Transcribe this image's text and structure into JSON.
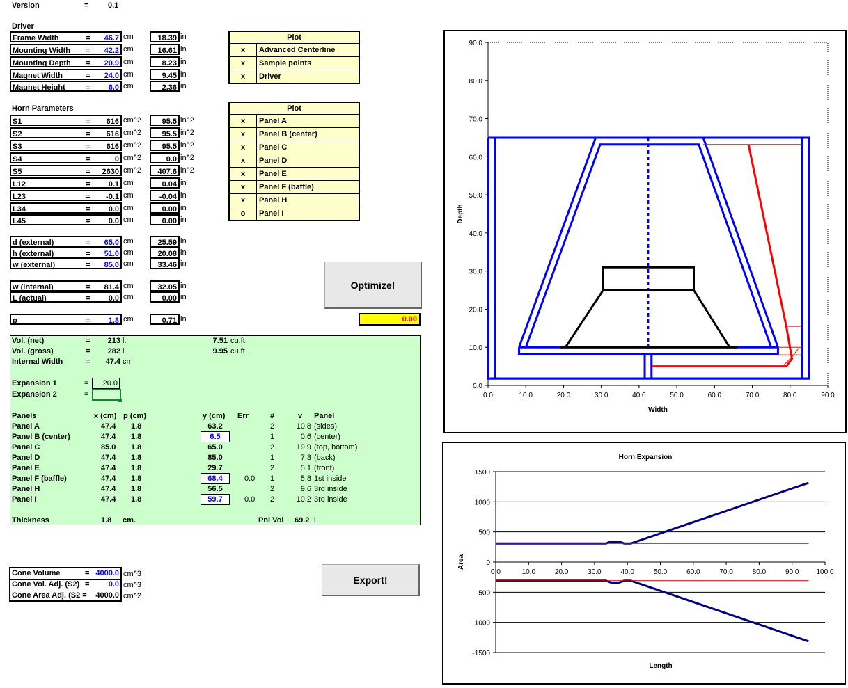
{
  "version": {
    "label": "Version",
    "eq": "=",
    "value": "0.1"
  },
  "driver": {
    "title": "Driver",
    "rows": [
      {
        "label": "Frame Width",
        "eq": "=",
        "cm": "46.7",
        "cm_unit": "cm",
        "in": "18.39",
        "in_unit": "in",
        "blue": true
      },
      {
        "label": "Mounting Width",
        "eq": "=",
        "cm": "42.2",
        "cm_unit": "cm",
        "in": "16.61",
        "in_unit": "in",
        "blue": true
      },
      {
        "label": "Mounting Depth",
        "eq": "=",
        "cm": "20.9",
        "cm_unit": "cm",
        "in": "8.23",
        "in_unit": "in",
        "blue": true
      },
      {
        "label": "Magnet Width",
        "eq": "=",
        "cm": "24.0",
        "cm_unit": "cm",
        "in": "9.45",
        "in_unit": "in",
        "blue": true
      },
      {
        "label": "Magnet Height",
        "eq": "=",
        "cm": "6.0",
        "cm_unit": "cm",
        "in": "2.36",
        "in_unit": "in",
        "blue": true
      }
    ]
  },
  "plot1": {
    "title": "Plot",
    "rows": [
      {
        "mark": "x",
        "name": "Advanced Centerline"
      },
      {
        "mark": "x",
        "name": "Sample points"
      },
      {
        "mark": "x",
        "name": "Driver"
      }
    ]
  },
  "horn": {
    "title": "Horn Parameters",
    "rows": [
      {
        "label": "S1",
        "eq": "=",
        "cm": "616",
        "cm_unit": "cm^2",
        "in": "95.5",
        "in_unit": "in^2"
      },
      {
        "label": "S2",
        "eq": "=",
        "cm": "616",
        "cm_unit": "cm^2",
        "in": "95.5",
        "in_unit": "in^2"
      },
      {
        "label": "S3",
        "eq": "=",
        "cm": "616",
        "cm_unit": "cm^2",
        "in": "95.5",
        "in_unit": "in^2"
      },
      {
        "label": "S4",
        "eq": "=",
        "cm": "0",
        "cm_unit": "cm^2",
        "in": "0.0",
        "in_unit": "in^2"
      },
      {
        "label": "S5",
        "eq": "=",
        "cm": "2630",
        "cm_unit": "cm^2",
        "in": "407.6",
        "in_unit": "in^2"
      },
      {
        "label": "L12",
        "eq": "=",
        "cm": "0.1",
        "cm_unit": "cm",
        "in": "0.04",
        "in_unit": "in"
      },
      {
        "label": "L23",
        "eq": "=",
        "cm": "-0.1",
        "cm_unit": "cm",
        "in": "-0.04",
        "in_unit": "in"
      },
      {
        "label": "L34",
        "eq": "=",
        "cm": "0.0",
        "cm_unit": "cm",
        "in": "0.00",
        "in_unit": "in"
      },
      {
        "label": "L45",
        "eq": "=",
        "cm": "0.0",
        "cm_unit": "cm",
        "in": "0.00",
        "in_unit": "in"
      }
    ]
  },
  "plot2": {
    "title": "Plot",
    "rows": [
      {
        "mark": "x",
        "name": "Panel A"
      },
      {
        "mark": "x",
        "name": "Panel B (center)"
      },
      {
        "mark": "x",
        "name": "Panel C"
      },
      {
        "mark": "x",
        "name": "Panel D"
      },
      {
        "mark": "x",
        "name": "Panel E"
      },
      {
        "mark": "x",
        "name": "Panel F (baffle)"
      },
      {
        "mark": "x",
        "name": "Panel H"
      },
      {
        "mark": "o",
        "name": "Panel I"
      }
    ]
  },
  "external": [
    {
      "label": "d (external)",
      "eq": "=",
      "cm": "65.0",
      "cm_unit": "cm",
      "in": "25.59",
      "in_unit": "in",
      "blue": true
    },
    {
      "label": "h (external)",
      "eq": "=",
      "cm": "51.0",
      "cm_unit": "cm",
      "in": "20.08",
      "in_unit": "in",
      "blue": true
    },
    {
      "label": "w (external)",
      "eq": "=",
      "cm": "85.0",
      "cm_unit": "cm",
      "in": "33.46",
      "in_unit": "in",
      "blue": true
    }
  ],
  "internal": [
    {
      "label": "w (internal)",
      "eq": "=",
      "cm": "81.4",
      "cm_unit": "cm",
      "in": "32.05",
      "in_unit": "in"
    },
    {
      "label": "L (actual)",
      "eq": "=",
      "cm": "0.0",
      "cm_unit": "cm",
      "in": "0.00",
      "in_unit": "in"
    }
  ],
  "p": {
    "label": "p",
    "eq": "=",
    "cm": "1.8",
    "cm_unit": "cm",
    "in": "0.71",
    "in_unit": "in"
  },
  "optimize": {
    "label": "Optimize!",
    "result": "0.00"
  },
  "export": {
    "label": "Export!"
  },
  "results": {
    "vol_net": {
      "label": "Vol. (net)",
      "eq": "=",
      "val": "213",
      "unit": "l.",
      "cuft": "7.51",
      "cuft_unit": "cu.ft."
    },
    "vol_gross": {
      "label": "Vol. (gross)",
      "eq": "=",
      "val": "282",
      "unit": "l.",
      "cuft": "9.95",
      "cuft_unit": "cu.ft."
    },
    "internal_width": {
      "label": "Internal Width",
      "eq": "=",
      "val": "47.4",
      "unit": "cm"
    },
    "exp1": {
      "label": "Expansion 1",
      "eq": "=",
      "val": "20.0"
    },
    "exp2": {
      "label": "Expansion 2",
      "eq": "=",
      "val": ""
    },
    "headers": {
      "panels": "Panels",
      "x": "x (cm)",
      "p": "p (cm)",
      "y": "y (cm)",
      "err": "Err",
      "n": "#",
      "v": "v",
      "panel": "Panel"
    },
    "panels": [
      {
        "name": "Panel A",
        "x": "47.4",
        "p": "1.8",
        "y": "63.2",
        "err": "",
        "n": "2",
        "v": "10.8",
        "desc": "(sides)",
        "boxed": false
      },
      {
        "name": "Panel B (center)",
        "x": "47.4",
        "p": "1.8",
        "y": "6.5",
        "err": "",
        "n": "1",
        "v": "0.6",
        "desc": "(center)",
        "boxed": true
      },
      {
        "name": "Panel C",
        "x": "85.0",
        "p": "1.8",
        "y": "65.0",
        "err": "",
        "n": "2",
        "v": "19.9",
        "desc": "(top, bottom)",
        "boxed": false
      },
      {
        "name": "Panel D",
        "x": "47.4",
        "p": "1.8",
        "y": "85.0",
        "err": "",
        "n": "1",
        "v": "7.3",
        "desc": "(back)",
        "boxed": false
      },
      {
        "name": "Panel E",
        "x": "47.4",
        "p": "1.8",
        "y": "29.7",
        "err": "",
        "n": "2",
        "v": "5.1",
        "desc": "(front)",
        "boxed": false
      },
      {
        "name": "Panel F (baffle)",
        "x": "47.4",
        "p": "1.8",
        "y": "68.4",
        "err": "0.0",
        "n": "1",
        "v": "5.8",
        "desc": "1st inside",
        "boxed": true
      },
      {
        "name": "Panel H",
        "x": "47.4",
        "p": "1.8",
        "y": "56.5",
        "err": "",
        "n": "2",
        "v": "9.6",
        "desc": "3rd inside",
        "boxed": false
      },
      {
        "name": "Panel I",
        "x": "47.4",
        "p": "1.8",
        "y": "59.7",
        "err": "0.0",
        "n": "2",
        "v": "10.2",
        "desc": "3rd inside",
        "boxed": true
      }
    ],
    "thickness": {
      "label": "Thickness",
      "val": "1.8",
      "unit": "cm."
    },
    "pnl_vol": {
      "label": "Pnl Vol",
      "val": "69.2",
      "unit": "l"
    }
  },
  "cone": [
    {
      "label": "Cone Volume",
      "eq": "=",
      "val": "4000.0",
      "unit": "cm^3",
      "blue": true
    },
    {
      "label": "Cone Vol. Adj. (S2)",
      "eq": "=",
      "val": "0.0",
      "unit": "cm^3",
      "blue": true
    },
    {
      "label": "Cone Area Adj. (S2 =",
      "eq": "",
      "val": "4000.0",
      "unit": "cm^2",
      "blue": false
    }
  ],
  "colors": {
    "sheet_green": "#ccffcc",
    "plot_yellow": "#ffffcc",
    "highlight_yellow": "#ffff00",
    "blue_value": "#0000ff"
  },
  "chart_data": [
    {
      "type": "line",
      "title": "",
      "xlabel": "Width",
      "ylabel": "Depth",
      "xlim": [
        0,
        90
      ],
      "ylim": [
        0,
        90
      ],
      "xticks": [
        "0.0",
        "10.0",
        "20.0",
        "30.0",
        "40.0",
        "50.0",
        "60.0",
        "70.0",
        "80.0",
        "90.0"
      ],
      "yticks": [
        "0.0",
        "10.0",
        "20.0",
        "30.0",
        "40.0",
        "50.0",
        "60.0",
        "70.0",
        "80.0",
        "90.0"
      ],
      "grid": false,
      "series": [
        {
          "color": "#0000ff",
          "style": "solid",
          "polylines": [
            [
              [
                0,
                65
              ],
              [
                85,
                65
              ],
              [
                85,
                1.8
              ],
              [
                0,
                1.8
              ],
              [
                0,
                65
              ]
            ],
            [
              [
                1.8,
                65
              ],
              [
                1.8,
                1.8
              ]
            ],
            [
              [
                83.2,
                65
              ],
              [
                83.2,
                1.8
              ]
            ],
            [
              [
                0,
                1.8
              ],
              [
                85,
                1.8
              ]
            ],
            [
              [
                8.2,
                10
              ],
              [
                8.2,
                8.2
              ],
              [
                76.8,
                8.2
              ],
              [
                76.8,
                10
              ],
              [
                8.2,
                10
              ]
            ],
            [
              [
                8.2,
                10
              ],
              [
                28.5,
                65
              ],
              [
                57,
                65
              ],
              [
                76.8,
                10
              ]
            ],
            [
              [
                10,
                10
              ],
              [
                29.7,
                63.2
              ],
              [
                55.8,
                63.2
              ],
              [
                75,
                10
              ]
            ],
            [
              [
                41.5,
                8.2
              ],
              [
                41.5,
                1.8
              ]
            ],
            [
              [
                43.3,
                8.2
              ],
              [
                43.3,
                1.8
              ]
            ]
          ]
        },
        {
          "color": "#0000ff",
          "style": "dashed",
          "polylines": [
            [
              [
                42.4,
                65
              ],
              [
                42.4,
                10
              ]
            ]
          ]
        },
        {
          "color": "#ff0000",
          "style": "solid",
          "polylines": [
            [
              [
                69,
                63.2
              ],
              [
                79,
                15.5
              ],
              [
                80.5,
                7
              ],
              [
                79,
                5
              ],
              [
                43.3,
                5
              ]
            ]
          ]
        },
        {
          "color": "#ff0000",
          "style": "thin",
          "polylines": [
            [
              [
                57,
                63.2
              ],
              [
                83.2,
                63.2
              ]
            ],
            [
              [
                76.8,
                10
              ],
              [
                83.2,
                10
              ]
            ],
            [
              [
                76.8,
                8
              ],
              [
                83.2,
                8
              ]
            ],
            [
              [
                79,
                15.5
              ],
              [
                83.2,
                15.5
              ]
            ],
            [
              [
                78,
                5
              ],
              [
                80.5,
                7.5
              ],
              [
                82.5,
                10
              ]
            ]
          ]
        },
        {
          "color": "#000000",
          "style": "solid",
          "polylines": [
            [
              [
                20.5,
                10
              ],
              [
                30.5,
                25
              ],
              [
                54.5,
                25
              ],
              [
                64,
                10
              ]
            ],
            [
              [
                30.5,
                25
              ],
              [
                30.5,
                31
              ],
              [
                54.5,
                31
              ],
              [
                54.5,
                25
              ]
            ],
            [
              [
                19,
                10
              ],
              [
                66,
                10
              ]
            ]
          ]
        }
      ]
    },
    {
      "type": "line",
      "title": "Horn Expansion",
      "xlabel": "Length",
      "ylabel": "Area",
      "xlim": [
        0,
        100
      ],
      "ylim": [
        -1500,
        1500
      ],
      "xticks": [
        "0.0",
        "10.0",
        "20.0",
        "30.0",
        "40.0",
        "50.0",
        "60.0",
        "70.0",
        "80.0",
        "90.0",
        "100.0"
      ],
      "yticks": [
        "1500",
        "1000",
        "500",
        "0",
        "-500",
        "-1000",
        "-1500"
      ],
      "grid": true,
      "series": [
        {
          "color": "#000080",
          "x": [
            0,
            33.5,
            35,
            37.5,
            39,
            41,
            95
          ],
          "y": [
            308,
            308,
            340,
            340,
            308,
            308,
            1315
          ]
        },
        {
          "color": "#000080",
          "x": [
            0,
            33.5,
            35,
            37.5,
            39,
            41,
            95
          ],
          "y": [
            -308,
            -308,
            -340,
            -340,
            -308,
            -308,
            -1315
          ]
        },
        {
          "color": "#cc0000",
          "x": [
            0,
            95
          ],
          "y": [
            308,
            308
          ]
        },
        {
          "color": "#cc0000",
          "x": [
            0,
            95
          ],
          "y": [
            -308,
            -308
          ]
        }
      ]
    }
  ]
}
